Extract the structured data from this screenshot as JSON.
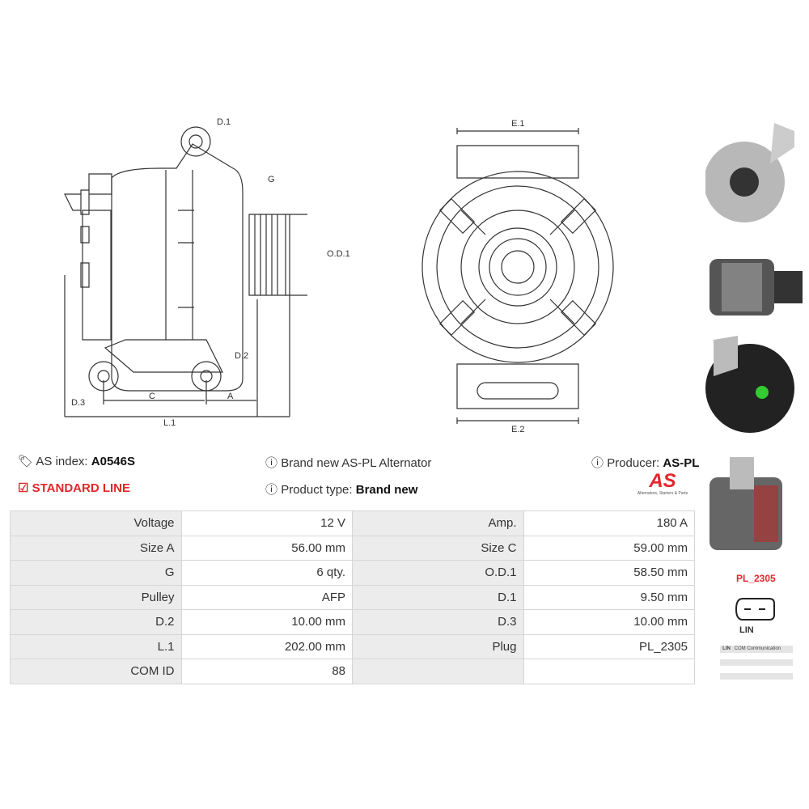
{
  "drawing_labels": {
    "d1": "D.1",
    "g": "G",
    "od1": "O.D.1",
    "d2": "D.2",
    "d3": "D.3",
    "c": "C",
    "a": "A",
    "l1": "L.1",
    "e1": "E.1",
    "e2": "E.2"
  },
  "info": {
    "as_index_label": "AS index:",
    "as_index": "A0546S",
    "line": "STANDARD LINE",
    "desc": "Brand new AS-PL Alternator",
    "product_type_label": "Product type:",
    "product_type": "Brand new",
    "producer_label": "Producer:",
    "producer": "AS-PL"
  },
  "logo": {
    "text": "AS",
    "tagline": "Alternators, Starters & Parts"
  },
  "specs": [
    [
      "Voltage",
      "12 V",
      "Amp.",
      "180 A"
    ],
    [
      "Size A",
      "56.00 mm",
      "Size C",
      "59.00 mm"
    ],
    [
      "G",
      "6 qty.",
      "O.D.1",
      "58.50 mm"
    ],
    [
      "Pulley",
      "AFP",
      "D.1",
      "9.50 mm"
    ],
    [
      "D.2",
      "10.00 mm",
      "D.3",
      "10.00 mm"
    ],
    [
      "L.1",
      "202.00 mm",
      "Plug",
      "PL_2305"
    ],
    [
      "COM ID",
      "88",
      "",
      ""
    ]
  ],
  "plug": {
    "code": "PL_2305",
    "type": "LIN",
    "pin_code": "LIN",
    "pin_desc": "COM Communication"
  },
  "colors": {
    "accent": "#e3262b",
    "table_label_bg": "#ececec"
  }
}
